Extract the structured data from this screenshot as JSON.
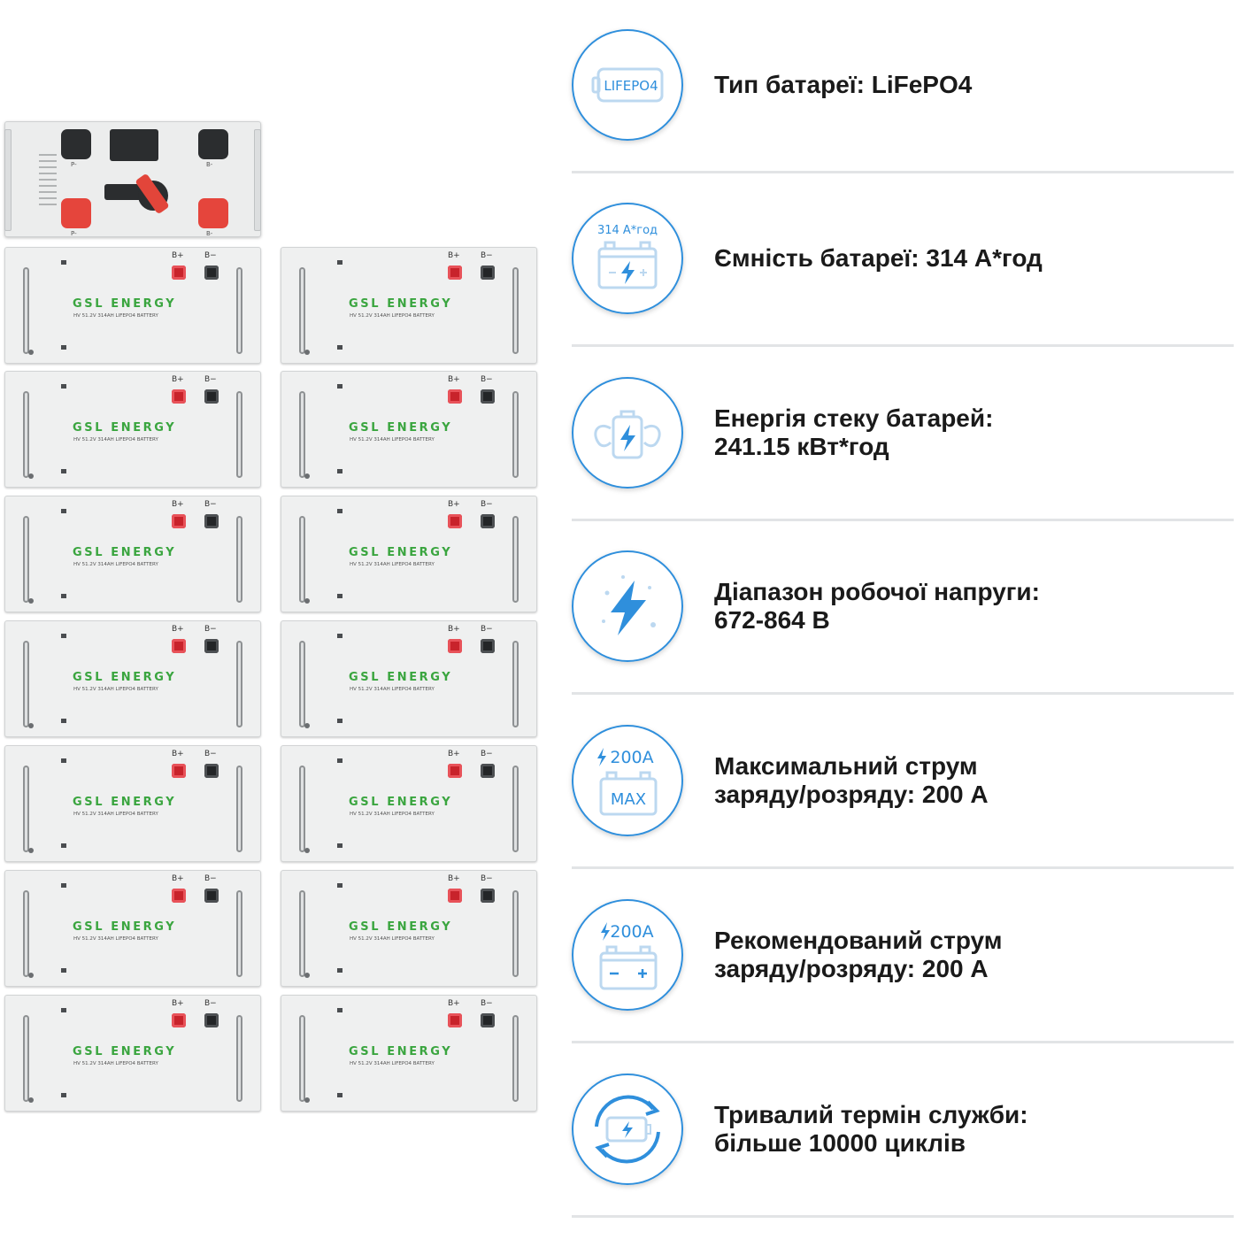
{
  "controller": {
    "port_labels": [
      "P-",
      "B-",
      "P-",
      "B-"
    ]
  },
  "module": {
    "brand": "GSL ENERGY",
    "model": "HV 51.2V 314AH LIFEPO4 BATTERY",
    "pos_label": "B+",
    "neg_label": "B−"
  },
  "specs": [
    {
      "icon": "lifepo4-icon",
      "icon_text": "LIFEPO4",
      "lines": [
        "Тип батареї: LiFePO4"
      ]
    },
    {
      "icon": "battery-capacity-icon",
      "icon_text": "314 А*год",
      "lines": [
        "Ємність батареї: 314 А*год"
      ]
    },
    {
      "icon": "battery-strength-icon",
      "icon_text": "",
      "lines": [
        "Енергія стеку батарей:",
        "241.15 кВт*год"
      ]
    },
    {
      "icon": "lightning-icon",
      "icon_text": "",
      "lines": [
        "Діапазон робочої напруги:",
        "672-864 В"
      ]
    },
    {
      "icon": "max-current-icon",
      "icon_text": "200A",
      "icon_text2": "MAX",
      "lines": [
        "Максимальний струм",
        "заряду/розряду: 200 А"
      ]
    },
    {
      "icon": "recommended-current-icon",
      "icon_text": "200A",
      "lines": [
        "Рекомендований струм",
        "заряду/розряду: 200 А"
      ]
    },
    {
      "icon": "cycle-life-icon",
      "icon_text": "",
      "lines": [
        "Тривалий термін служби:",
        "більше 10000 циклів"
      ]
    }
  ],
  "colors": {
    "accent": "#2f8fdc",
    "brand_green": "#3aa53f",
    "terminal_red": "#c8232b"
  }
}
